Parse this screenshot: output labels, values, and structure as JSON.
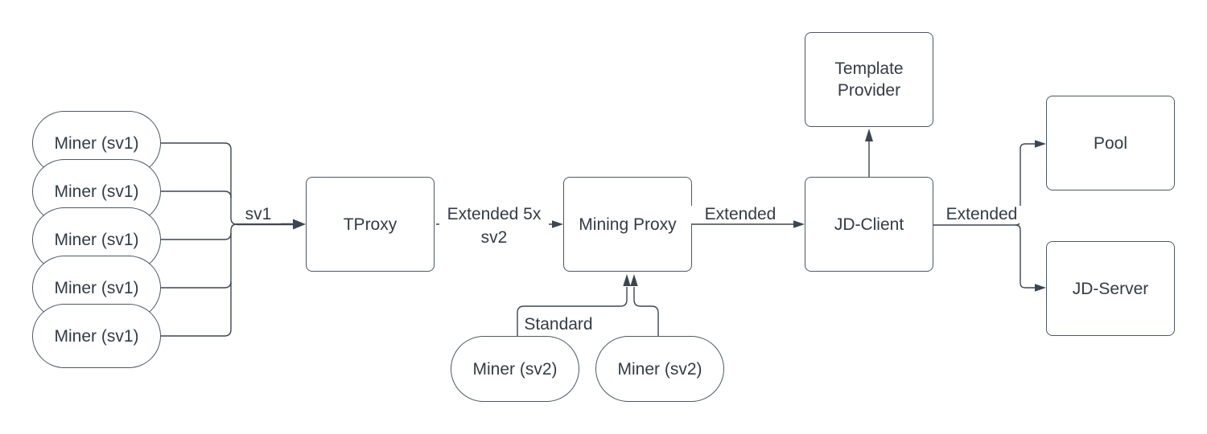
{
  "colors": {
    "background": "#ffffff",
    "node_fill": "#ffffff",
    "node_border": "#4c5866",
    "edge_line": "#3c4650",
    "text": "#333b46"
  },
  "nodes": {
    "miners_sv1": [
      {
        "label": "Miner (sv1)"
      },
      {
        "label": "Miner (sv1)"
      },
      {
        "label": "Miner (sv1)"
      },
      {
        "label": "Miner (sv1)"
      },
      {
        "label": "Miner (sv1)"
      }
    ],
    "tproxy": {
      "label": "TProxy"
    },
    "mining_proxy": {
      "label": "Mining Proxy"
    },
    "jd_client": {
      "label": "JD-Client"
    },
    "template_provider": {
      "label": "Template Provider"
    },
    "pool": {
      "label": "Pool"
    },
    "jd_server": {
      "label": "JD-Server"
    },
    "miners_sv2": [
      {
        "label": "Miner (sv2)"
      },
      {
        "label": "Miner (sv2)"
      }
    ]
  },
  "edge_labels": {
    "miners_to_tproxy": "sv1",
    "tproxy_to_mining_proxy_line1": "Extended 5x",
    "tproxy_to_mining_proxy_line2": "sv2",
    "mining_proxy_to_jd_client": "Extended",
    "jd_client_to_pool_jd_server": "Extended",
    "miner_sv2_to_mining_proxy": "Standard"
  }
}
